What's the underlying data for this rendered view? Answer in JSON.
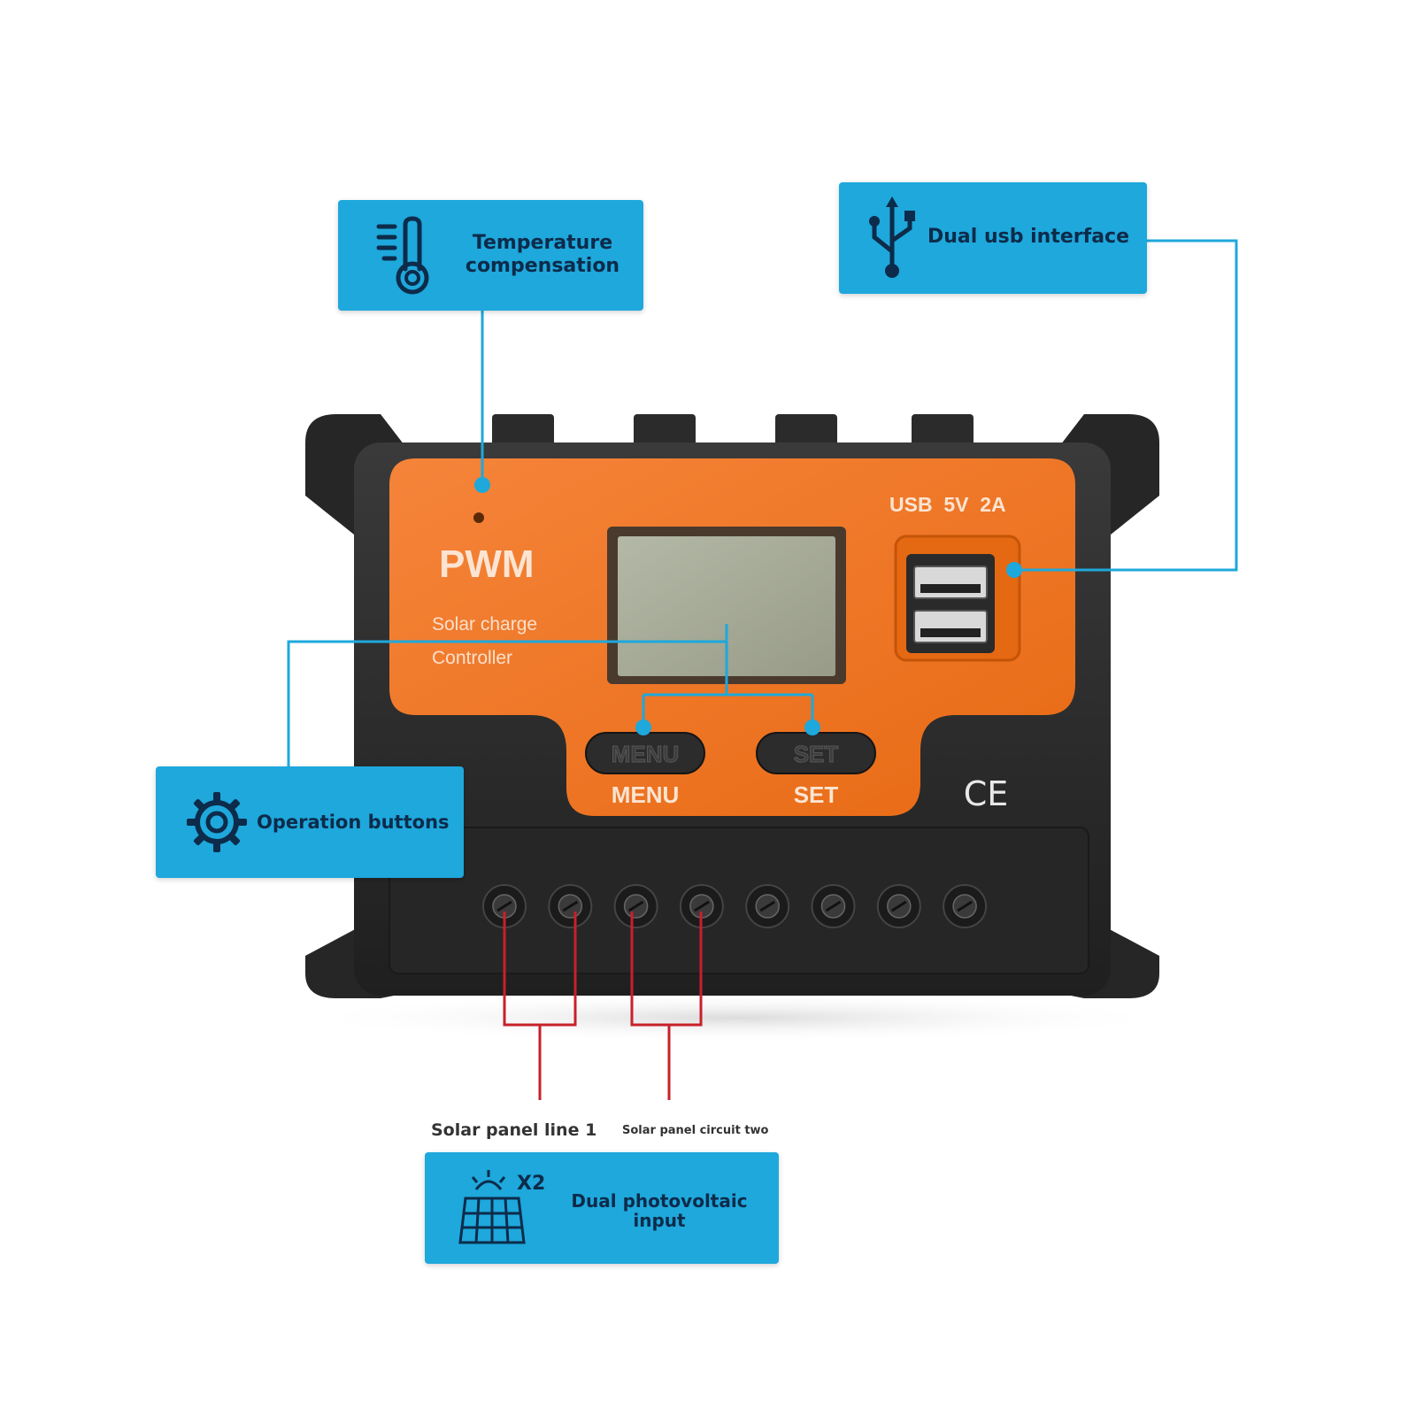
{
  "callouts": {
    "temperature": {
      "line1": "Temperature",
      "line2": "compensation",
      "icon": "thermometer-icon"
    },
    "usb": {
      "label": "Dual usb interface",
      "icon": "usb-icon"
    },
    "operation": {
      "label": "Operation buttons",
      "icon": "gear-icon"
    },
    "pv": {
      "line1": "Dual photovoltaic",
      "line2": "input",
      "multiplier": "X2",
      "icon": "solar-panel-icon"
    }
  },
  "device": {
    "brand": "PWM",
    "subtitle_line1": "Solar charge",
    "subtitle_line2": "Controller",
    "usb_rating": "USB  5V  2A",
    "menu_button": "MENU",
    "set_button": "SET",
    "menu_label": "MENU",
    "set_label": "SET",
    "cert_mark": "CE",
    "terminal_count": 8
  },
  "wire_labels": {
    "line1": "Solar panel line 1",
    "circuit2": "Solar panel circuit two"
  },
  "colors": {
    "callout": "#1ea8dc",
    "leader": "#1ea8dc",
    "device_orange": "#f07a23",
    "device_body": "#2a2a2a",
    "wire_red": "#c8202a",
    "lcd": "#a7ab98"
  }
}
